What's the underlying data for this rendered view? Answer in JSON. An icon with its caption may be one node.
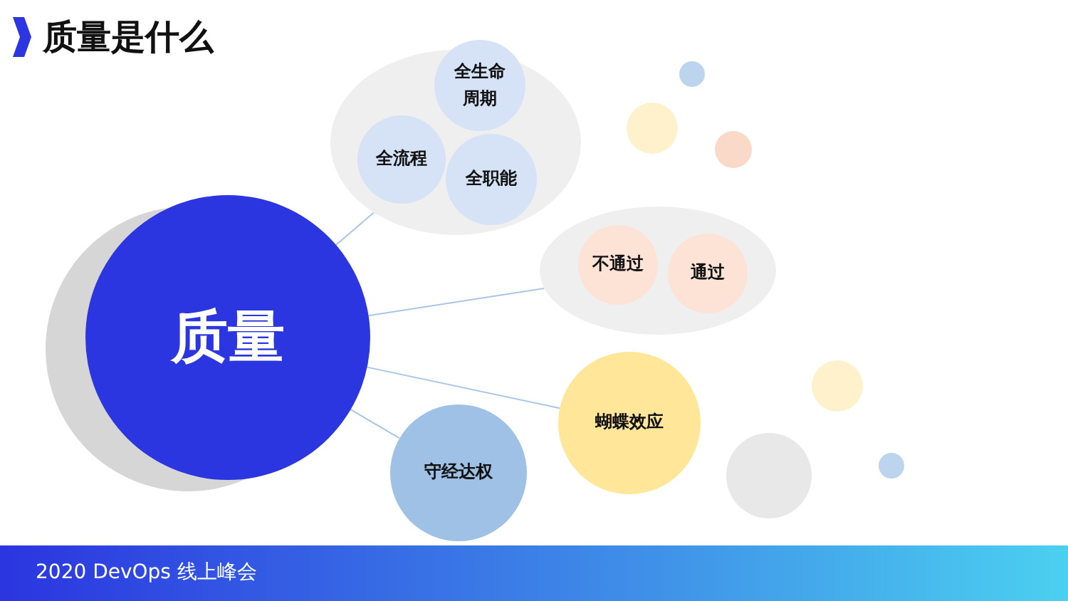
{
  "diagram": {
    "title": "质量是什么",
    "nodes": [
      {
        "text": [
          "质量"
        ]
      },
      {
        "text": [],
        "shape": "circle"
      },
      {
        "text": [
          "全生命周期"
        ],
        "in": 1
      },
      {
        "text": [
          "全流程"
        ],
        "in": 1
      },
      {
        "text": [
          "全职能"
        ],
        "in": 1
      },
      {
        "text": [],
        "shape": "circle"
      },
      {
        "text": [
          "不通过"
        ],
        "in": 5
      },
      {
        "text": [
          "通过"
        ],
        "in": 5
      },
      {
        "text": [
          "蝴蝶效应"
        ]
      },
      {
        "text": [
          "守经达权"
        ]
      },
      {
        "text": [],
        "shape": "circle"
      },
      {
        "text": [],
        "shape": "circle"
      },
      {
        "text": [],
        "shape": "circle"
      },
      {
        "text": [],
        "shape": "circle"
      },
      {
        "text": [],
        "shape": "circle"
      },
      {
        "text": [],
        "shape": "circle"
      }
    ],
    "edges": [
      {
        "from": 0,
        "to": 1,
        "arrow": "none"
      },
      {
        "from": 0,
        "to": 5,
        "arrow": "none"
      },
      {
        "from": 0,
        "to": 8,
        "arrow": "none"
      },
      {
        "from": 0,
        "to": 9,
        "arrow": "none"
      }
    ],
    "labels": [
      "2020 DevOps 线上峰会"
    ]
  }
}
